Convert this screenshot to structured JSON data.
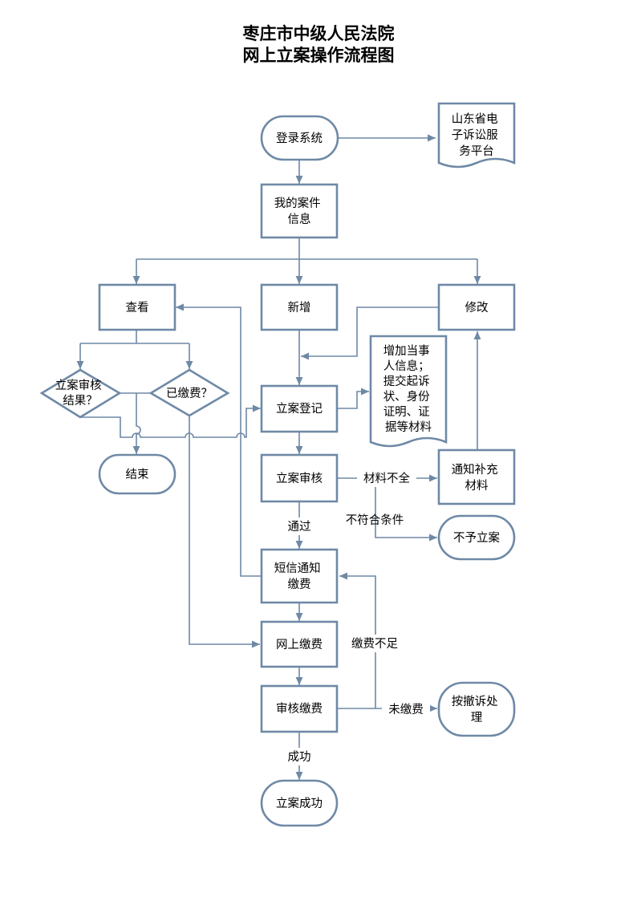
{
  "title": {
    "line1": "枣庄市中级人民法院",
    "line2": "网上立案操作流程图"
  },
  "nodes": {
    "login": [
      "登录系统"
    ],
    "portal": [
      "山东省电",
      "子诉讼服",
      "务平台"
    ],
    "my_case": [
      "我的案件",
      "信息"
    ],
    "view": [
      "查看"
    ],
    "new": [
      "新增"
    ],
    "modify": [
      "修改"
    ],
    "review_result": [
      "立案审核",
      "结果？"
    ],
    "paid": [
      "已缴费？"
    ],
    "register": [
      "立案登记"
    ],
    "materials_doc": [
      "增加当事",
      "人信息；",
      "提交起诉",
      "状、身份",
      "证明、证",
      "据等材料"
    ],
    "end": [
      "结束"
    ],
    "review": [
      "立案审核"
    ],
    "notify_supplement": [
      "通知补充",
      "材料"
    ],
    "reject": [
      "不予立案"
    ],
    "sms_notify": [
      "短信通知",
      "缴费"
    ],
    "online_pay": [
      "网上缴费"
    ],
    "check_pay": [
      "审核缴费"
    ],
    "withdraw": [
      "按撤诉处",
      "理"
    ],
    "success": [
      "立案成功"
    ]
  },
  "edge_labels": {
    "incomplete": "材料不全",
    "not_qualified": "不符合条件",
    "pass": "通过",
    "underpaid": "缴费不足",
    "unpaid": "未缴费",
    "success": "成功"
  },
  "colors": {
    "stroke": "#6e89a6",
    "fill": "#ffffff",
    "text": "#000000"
  }
}
